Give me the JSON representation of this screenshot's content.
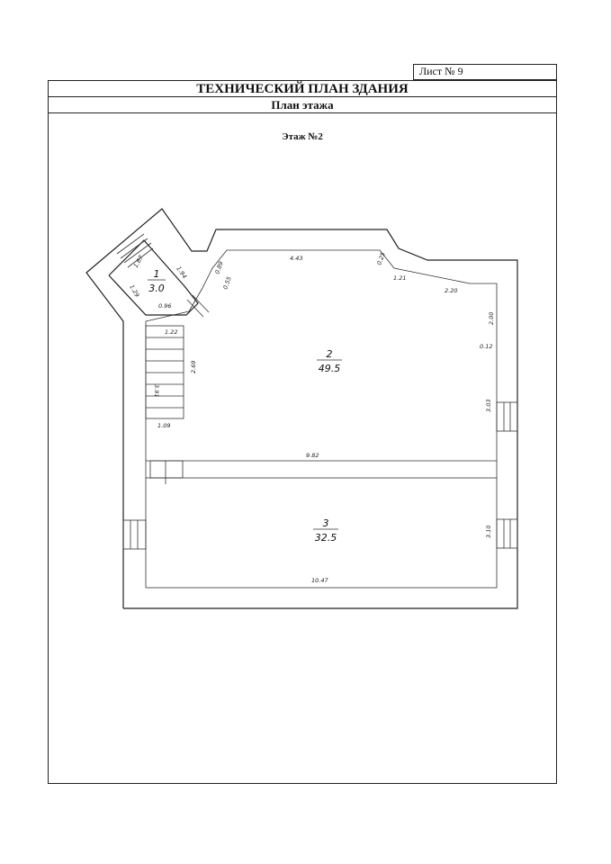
{
  "sheet": {
    "label": "Лист № 9"
  },
  "header": {
    "title": "ТЕХНИЧЕСКИЙ ПЛАН ЗДАНИЯ",
    "subtitle": "План этажа"
  },
  "plan": {
    "floor_label": "Этаж №2",
    "rooms": [
      {
        "number": "1",
        "area": "3.0"
      },
      {
        "number": "2",
        "area": "49.5"
      },
      {
        "number": "3",
        "area": "32.5"
      }
    ],
    "dimensions": {
      "d_1_67": "1.67",
      "d_1_94": "1.94",
      "d_1_29": "1.29",
      "d_0_96": "0.96",
      "d_0_89": "0.89",
      "d_0_55": "0.55",
      "d_4_43": "4.43",
      "d_0_25": "0.25",
      "d_1_21": "1.21",
      "d_2_20": "2.20",
      "d_2_00": "2.00",
      "d_0_12": "0.12",
      "d_1_22": "1.22",
      "d_2_69": "2.69",
      "d_3_91": "3.91",
      "d_1_09": "1.09",
      "d_3_03": "3.03",
      "d_9_82": "9.82",
      "d_3_10": "3.10",
      "d_10_47": "10.47"
    }
  }
}
